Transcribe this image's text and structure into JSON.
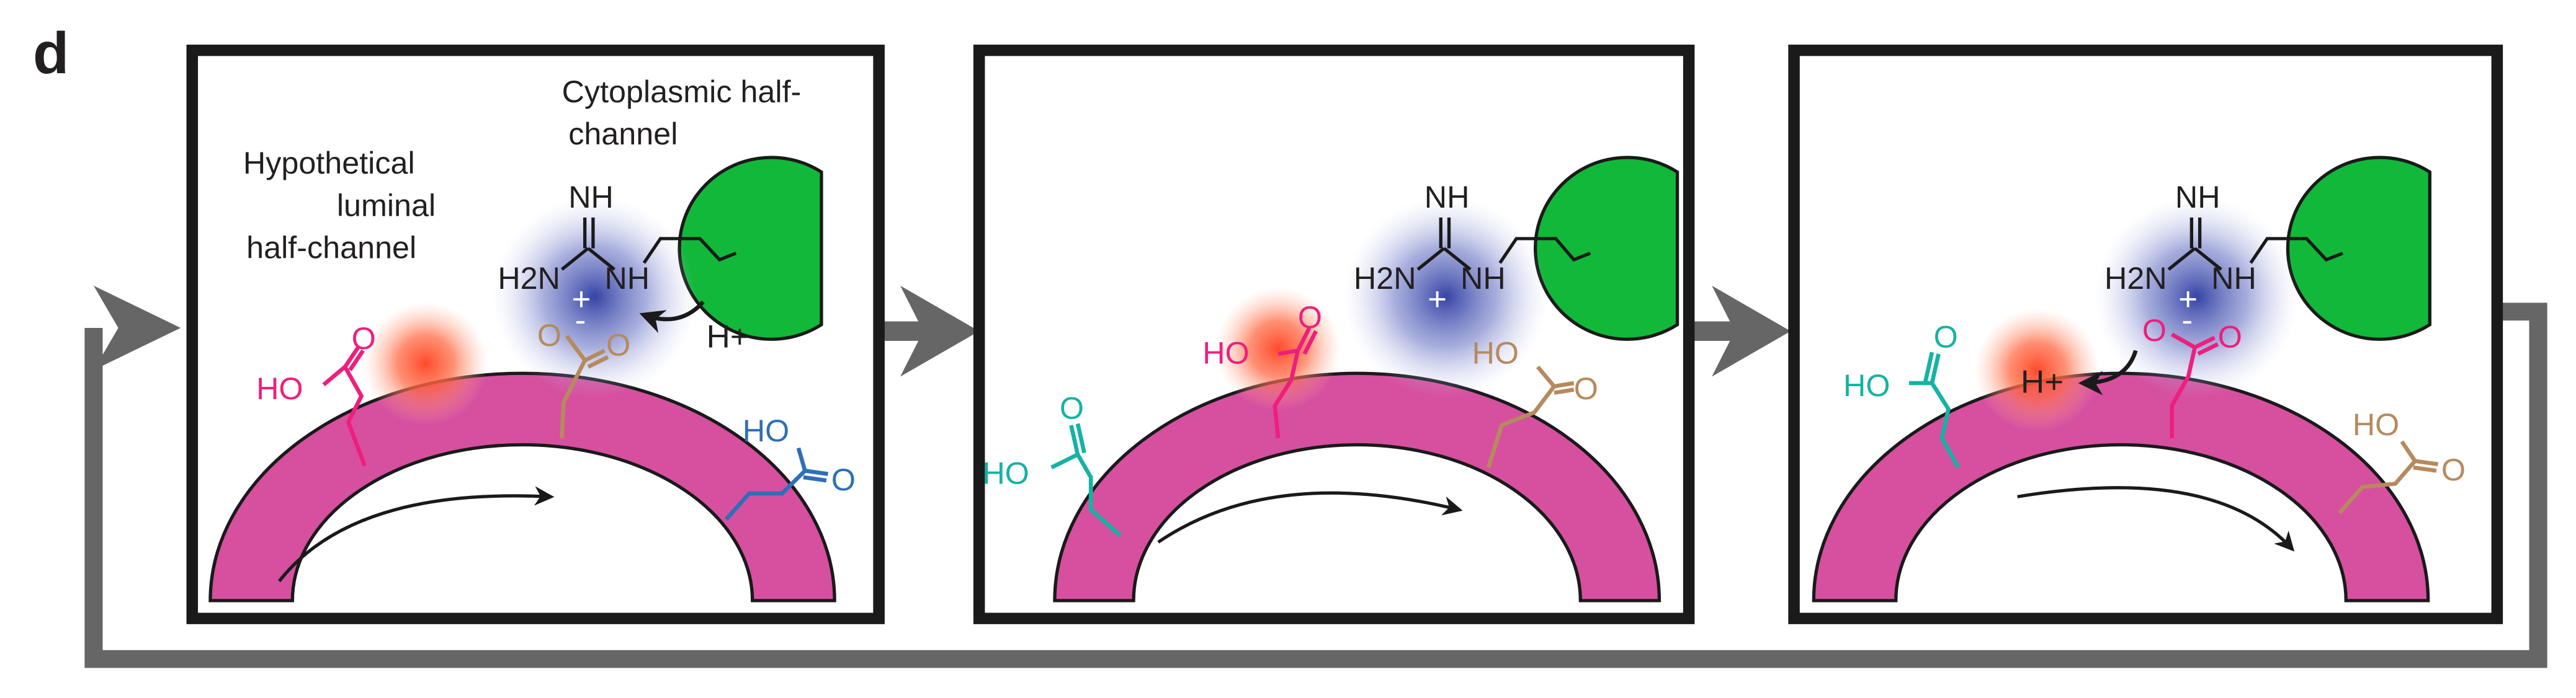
{
  "panel_letter": "d",
  "annotations": {
    "luminal_line1": "Hypothetical",
    "luminal_line2": "luminal",
    "luminal_line3": "half-channel",
    "cyto_line1": "Cytoplasmic half-",
    "cyto_line2": "channel"
  },
  "chem": {
    "nh_top": "NH",
    "h2n": "H2N",
    "nh_right": "NH",
    "plus": "+",
    "minus": "-",
    "hplus": "H+",
    "ho": "HO",
    "o": "O"
  },
  "colors": {
    "rotor_arc": "#d6509f",
    "green_domain": "#12b83a",
    "magenta_residue": "#ee1f7c",
    "brown_residue": "#b68a5e",
    "blue_residue": "#2e6fb7",
    "teal_residue": "#16b2a4",
    "arrow_gray": "#666666",
    "proton_glow": "#ff4a2b",
    "guanidinium_glow": "#3a46a8"
  }
}
